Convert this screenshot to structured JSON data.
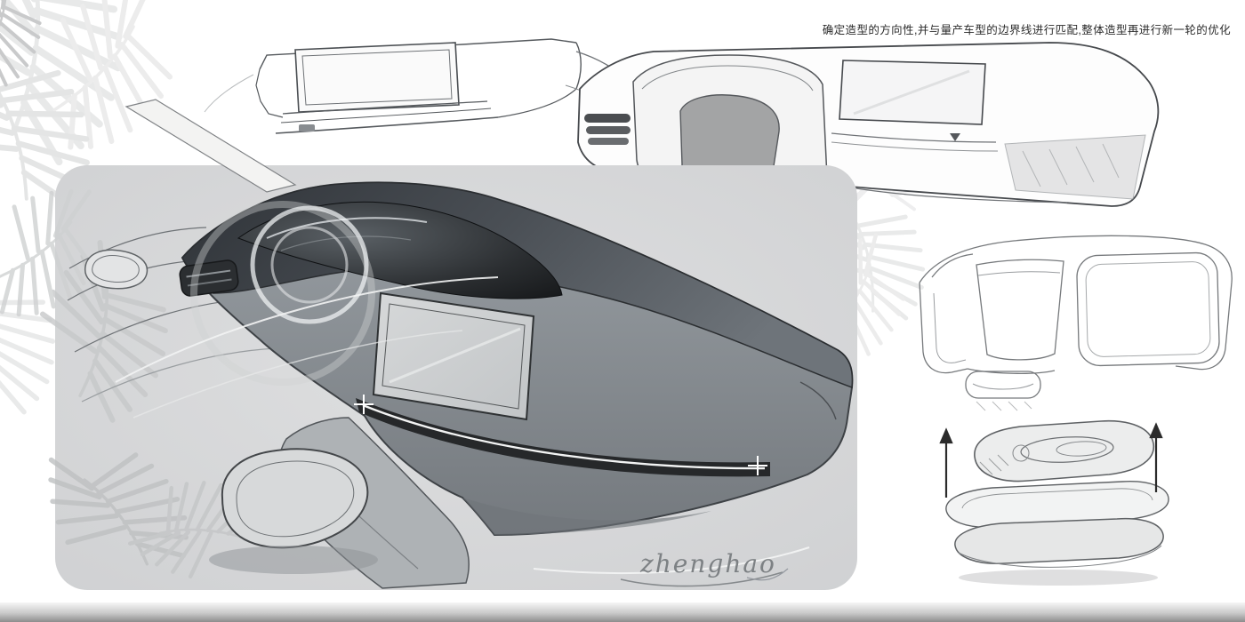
{
  "annotation": {
    "text": "确定造型的方向性,并与量产车型的边界线进行匹配,整体造型再进行新一轮的优化"
  },
  "signature": {
    "text": "zhenghao"
  },
  "colors": {
    "background": "#ffffff",
    "panel_bg": "#d8d9da",
    "sketch_ink": "#3e4246",
    "dark_surface": "#33373c",
    "highlight": "#f2f3f3",
    "annotation_text": "#2b2b2b",
    "leaf": "#e7e8e8",
    "bottom_gradient_start": "#f6f6f6",
    "bottom_gradient_end": "#8d8d8d"
  },
  "sketch_names": {
    "side_view": "dashboard-side-view-sketch",
    "front_view": "dashboard-front-view-sketch",
    "perspective": "dashboard-perspective-sketch",
    "front_outline": "dashboard-front-outline-sketch",
    "exploded_console": "console-exploded-sketch"
  }
}
